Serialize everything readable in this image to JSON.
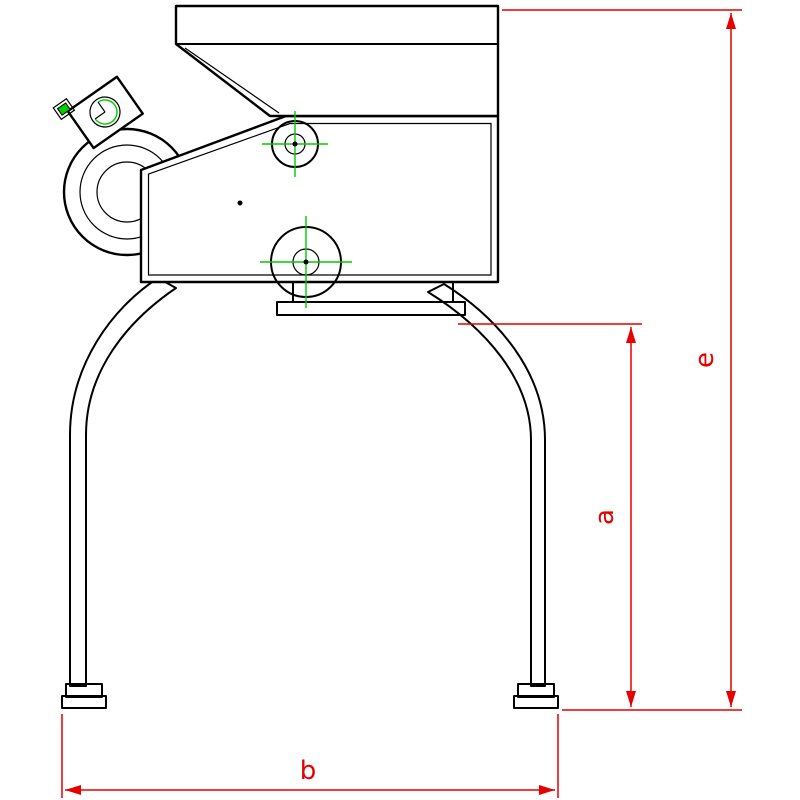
{
  "drawing": {
    "type": "technical-dimension-drawing",
    "subject": "side view of a mill machine with hopper on arched tubular legs",
    "dimension_labels": {
      "e": "e",
      "a": "a",
      "b": "b"
    }
  },
  "colors": {
    "outline": "#000000",
    "dimension": "#e60000",
    "centerline": "#00cc00",
    "background": "#ffffff"
  }
}
